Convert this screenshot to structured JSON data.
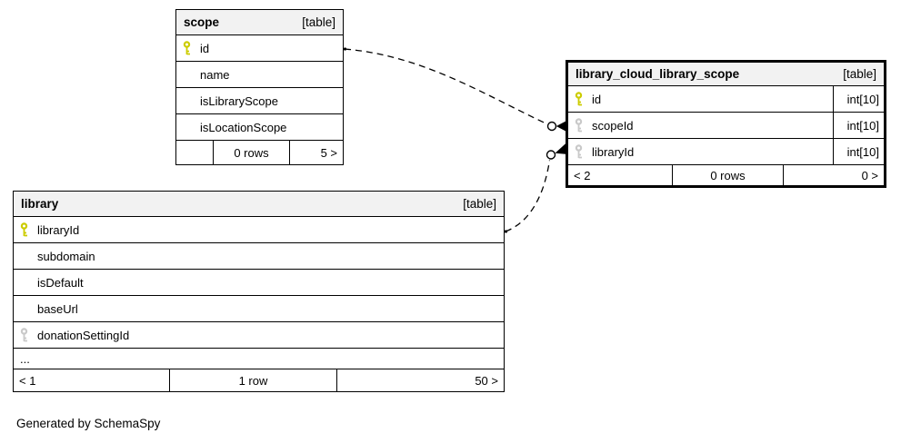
{
  "diagram": {
    "credit": "Generated by SchemaSpy",
    "colors": {
      "pk_key": "#cccc00",
      "fk_key": "#c9c9c9",
      "header_bg": "#f2f2f2",
      "border": "#000000"
    },
    "tables": [
      {
        "name": "scope",
        "badge": "[table]",
        "columns": [
          {
            "name": "id",
            "key": "pk"
          },
          {
            "name": "name",
            "key": ""
          },
          {
            "name": "isLibraryScope",
            "key": ""
          },
          {
            "name": "isLocationScope",
            "key": ""
          }
        ],
        "footer": {
          "left": "",
          "center": "0 rows",
          "right": "5 >"
        }
      },
      {
        "name": "library_cloud_library_scope",
        "badge": "[table]",
        "columns": [
          {
            "name": "id",
            "key": "pk",
            "type": "int[10]"
          },
          {
            "name": "scopeId",
            "key": "fk",
            "type": "int[10]"
          },
          {
            "name": "libraryId",
            "key": "fk",
            "type": "int[10]"
          }
        ],
        "footer": {
          "left": "< 2",
          "center": "0 rows",
          "right": "0 >"
        }
      },
      {
        "name": "library",
        "badge": "[table]",
        "columns": [
          {
            "name": "libraryId",
            "key": "pk"
          },
          {
            "name": "subdomain",
            "key": ""
          },
          {
            "name": "isDefault",
            "key": ""
          },
          {
            "name": "baseUrl",
            "key": ""
          },
          {
            "name": "donationSettingId",
            "key": "fk"
          },
          {
            "name": "...",
            "key": "ellipsis"
          }
        ],
        "footer": {
          "left": "< 1",
          "center": "1 row",
          "right": "50 >"
        }
      }
    ],
    "relationships": [
      {
        "from": "scope.id",
        "to": "library_cloud_library_scope.scopeId"
      },
      {
        "from": "library.libraryId",
        "to": "library_cloud_library_scope.libraryId"
      }
    ]
  }
}
